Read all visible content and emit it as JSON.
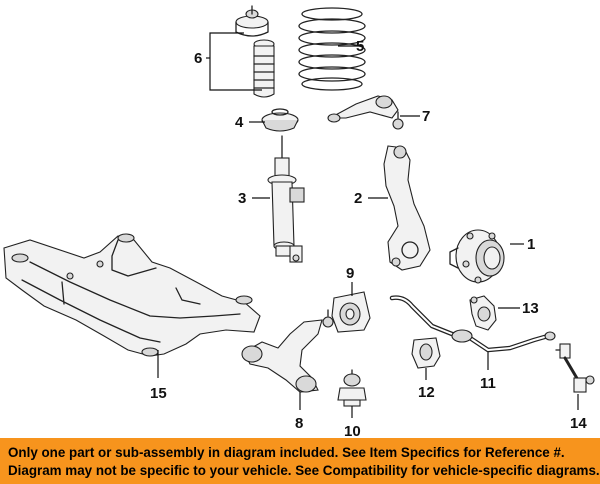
{
  "callouts": {
    "c1": "1",
    "c2": "2",
    "c3": "3",
    "c4": "4",
    "c5": "5",
    "c6": "6",
    "c7": "7",
    "c8": "8",
    "c9": "9",
    "c10": "10",
    "c11": "11",
    "c12": "12",
    "c13": "13",
    "c14": "14",
    "c15": "15"
  },
  "footer": {
    "line1": "Only one part or sub-assembly in diagram included. See Item Specifics for Reference #.",
    "line2": "Diagram may not be specific to your vehicle. See Compatibility for vehicle-specific diagrams."
  },
  "colors": {
    "footer_bg": "#f7941d",
    "line_art": "#222222"
  }
}
